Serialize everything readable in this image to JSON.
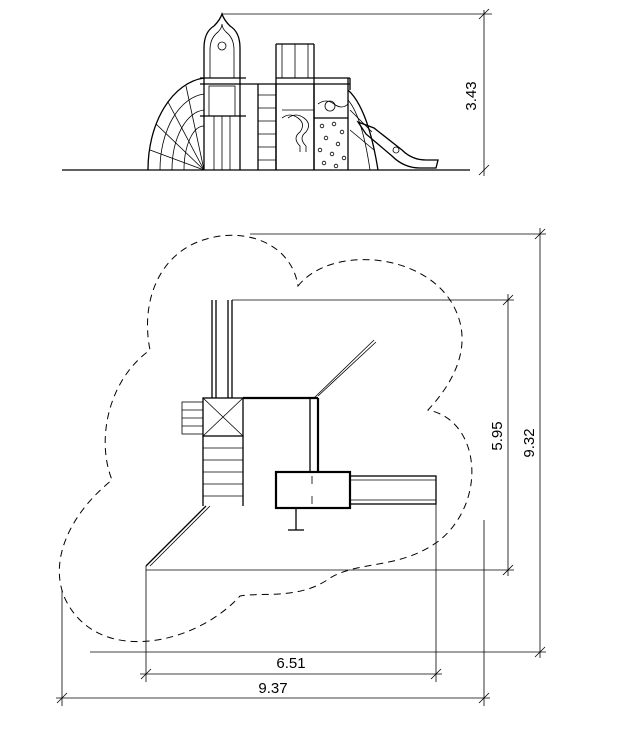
{
  "dimensions": {
    "elevation_height": "3.43",
    "plan_depth_inner": "5.95",
    "plan_depth_outer": "9.32",
    "plan_width_inner": "6.51",
    "plan_width_outer": "9.37"
  }
}
